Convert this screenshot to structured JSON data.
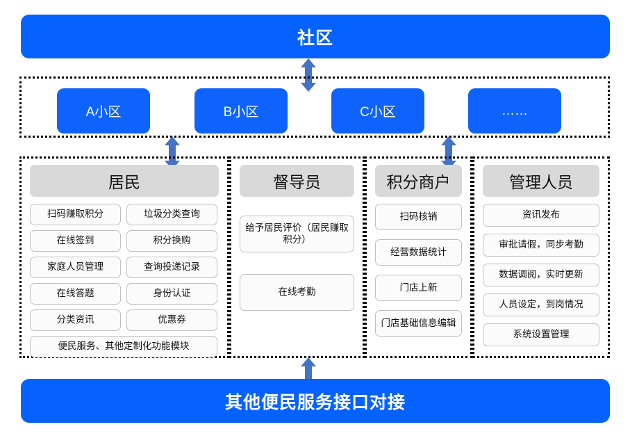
{
  "top_banner": {
    "label": "社区"
  },
  "bottom_banner": {
    "label": "其他便民服务接口对接"
  },
  "estates": {
    "tiles": [
      {
        "label": "A小区"
      },
      {
        "label": "B小区"
      },
      {
        "label": "C小区"
      },
      {
        "label": "……"
      }
    ]
  },
  "roles": [
    {
      "title": "居民",
      "items": [
        "扫码赚取积分",
        "垃圾分类查询",
        "在线签到",
        "积分换购",
        "家庭人员管理",
        "查询投递记录",
        "在线答题",
        "身份认证",
        "分类资讯",
        "优惠券",
        "便民服务、其他定制化功能模块"
      ]
    },
    {
      "title": "督导员",
      "items": [
        "给予居民评价（居民赚取积分）",
        "在线考勤"
      ]
    },
    {
      "title": "积分商户",
      "items": [
        "扫码核销",
        "经营数据统计",
        "门店上新",
        "门店基础信息编辑"
      ]
    },
    {
      "title": "管理人员",
      "items": [
        "资讯发布",
        "审批请假，同步考勤",
        "数据调阅，实时更新",
        "人员设定，到岗情况",
        "系统设置管理"
      ]
    }
  ],
  "connectors": [
    {
      "name": "community-to-estates",
      "type": "double-arrow-vertical"
    },
    {
      "name": "estates-to-residents",
      "type": "double-arrow-vertical"
    },
    {
      "name": "estates-to-merchants",
      "type": "double-arrow-vertical"
    },
    {
      "name": "roles-to-services",
      "type": "double-arrow-vertical"
    }
  ],
  "colors": {
    "brand_blue": "#0562FE",
    "tile_blue": "#0E63FD",
    "header_gray": "#D9D9D9",
    "arrow_blue": "#4472C4",
    "border_gray": "#BFBFBF",
    "dashed_black": "#000000"
  }
}
